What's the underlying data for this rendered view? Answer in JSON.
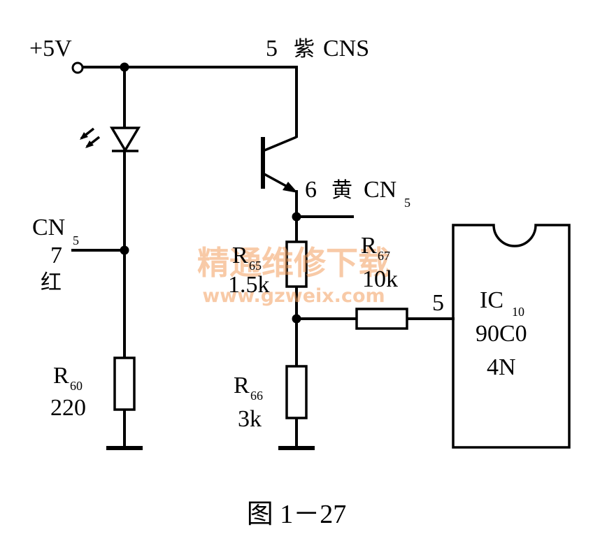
{
  "labels": {
    "supply": "+5V",
    "pin5_num": "5",
    "pin5_color": "紫",
    "pin5_conn": "CNS",
    "pin6_num": "6",
    "pin6_color": "黄",
    "pin6_conn": "CN",
    "pin6_conn_sub": "5",
    "left_conn": "CN",
    "left_conn_sub": "5",
    "left_pin": "7",
    "left_color": "红",
    "r60_name": "R",
    "r60_sub": "60",
    "r60_value": "220",
    "r65_name": "R",
    "r65_sub": "65",
    "r65_value": "1.5k",
    "r66_name": "R",
    "r66_sub": "66",
    "r66_value": "3k",
    "r67_name": "R",
    "r67_sub": "67",
    "r67_value": "10k",
    "ic_pin": "5",
    "ic_name": "IC",
    "ic_sub": "10",
    "ic_line2": "90C0",
    "ic_line3": "4N",
    "caption": "图 1－27"
  },
  "watermark": {
    "title": "精通维修下载",
    "url": "www.gzweix.com"
  }
}
